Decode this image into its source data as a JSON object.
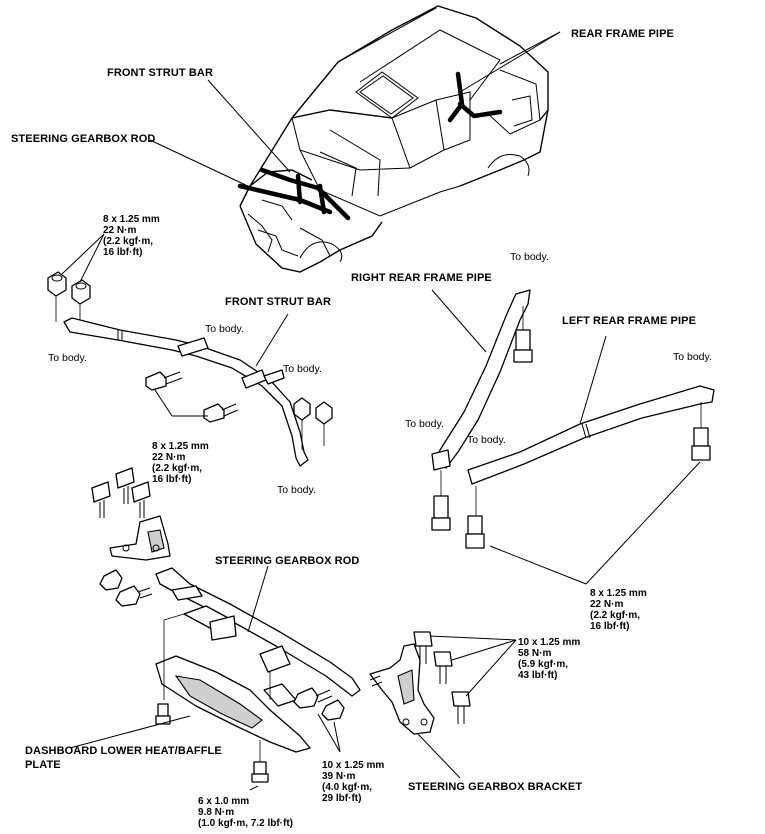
{
  "labels": {
    "rear_frame_pipe": "REAR FRAME PIPE",
    "front_strut_bar_top": "FRONT STRUT BAR",
    "steering_gearbox_rod_top": "STEERING GEARBOX ROD",
    "front_strut_bar": "FRONT STRUT BAR",
    "right_rear_frame_pipe": "RIGHT REAR FRAME PIPE",
    "left_rear_frame_pipe": "LEFT REAR FRAME PIPE",
    "steering_gearbox_rod": "STEERING GEARBOX ROD",
    "dashboard_line1": "DASHBOARD LOWER HEAT/BAFFLE",
    "dashboard_line2": "PLATE",
    "steering_gearbox_bracket": "STEERING GEARBOX BRACKET"
  },
  "notes": {
    "to_body": "To body."
  },
  "specs": {
    "spec_8mm": [
      "8 x 1.25 mm",
      "22 N·m",
      "(2.2 kgf·m,",
      "16 lbf·ft)"
    ],
    "spec_10mm_58": [
      "10 x 1.25 mm",
      "58 N·m",
      "(5.9 kgf·m,",
      "43 lbf·ft)"
    ],
    "spec_10mm_39": [
      "10 x 1.25 mm",
      "39 N·m",
      "(4.0 kgf·m,",
      "29 lbf·ft)"
    ],
    "spec_6mm": [
      "6 x 1.0 mm",
      "9.8 N·m",
      "(1.0 kgf·m, 7.2 lbf·ft)"
    ]
  }
}
